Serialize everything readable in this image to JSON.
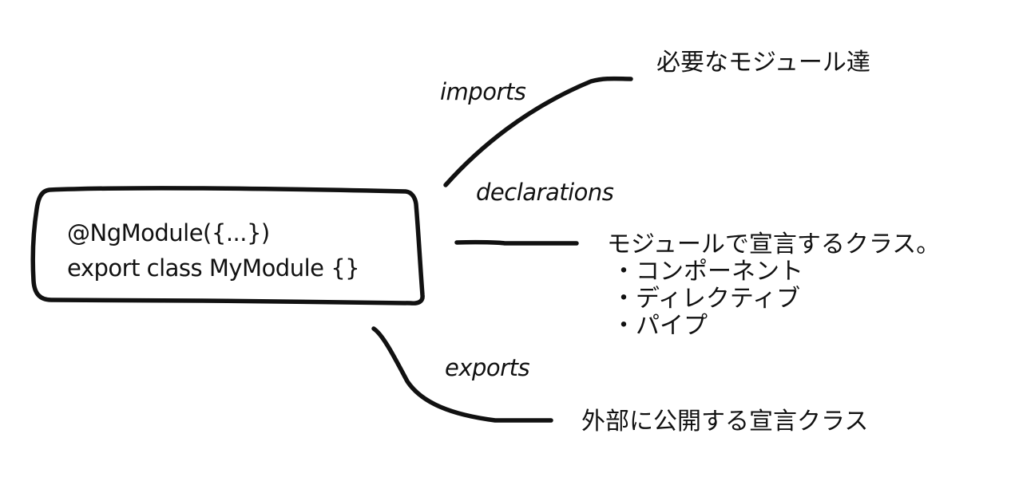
{
  "module_box": {
    "decorator": "@NgModule({...})",
    "class_line": "export class MyModule {}"
  },
  "branches": {
    "imports": {
      "label": "imports",
      "description": "必要なモジュール達"
    },
    "declarations": {
      "label": "declarations",
      "description": "モジュールで宣言するクラス。",
      "items": [
        "・コンポーネント",
        "・ディレクティブ",
        "・パイプ"
      ]
    },
    "exports": {
      "label": "exports",
      "description": "外部に公開する宣言クラス"
    }
  },
  "colors": {
    "ink": "#111111",
    "background": "#ffffff"
  }
}
